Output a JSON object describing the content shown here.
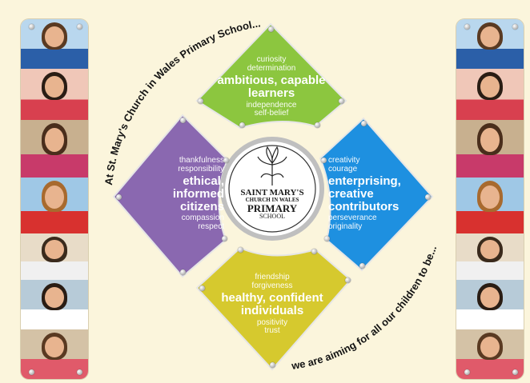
{
  "banner_top": "At St. Mary's Church in Wales Primary School...",
  "banner_bottom": "we are aiming for all our children to be...",
  "logo": {
    "line1": "SAINT MARY'S",
    "line2": "CHURCH IN WALES",
    "line3": "PRIMARY",
    "line4": "SCHOOL"
  },
  "panels": {
    "top": {
      "color": "#8cc63f",
      "small_top": [
        "curiosity",
        "determination"
      ],
      "title": [
        "ambitious, capable",
        "learners"
      ],
      "small_bottom": [
        "independence",
        "self-belief"
      ]
    },
    "right": {
      "color": "#1e90e0",
      "small_top": [
        "creativity",
        "courage"
      ],
      "title": [
        "enterprising,",
        "creative",
        "contributors"
      ],
      "small_bottom": [
        "perseverance",
        "originality"
      ]
    },
    "bottom": {
      "color": "#d6c92e",
      "small_top": [
        "friendship",
        "forgiveness"
      ],
      "title": [
        "healthy, confident",
        "individuals"
      ],
      "small_bottom": [
        "positivity",
        "trust"
      ]
    },
    "left": {
      "color": "#8a68b0",
      "small_top": [
        "thankfulness",
        "responsibility"
      ],
      "title": [
        "ethical,",
        "informed",
        "citizens"
      ],
      "small_bottom": [
        "compassion",
        "respect"
      ]
    }
  },
  "colors": {
    "background": "#fbf5dc",
    "logo_ring": "#bfbfbf"
  }
}
